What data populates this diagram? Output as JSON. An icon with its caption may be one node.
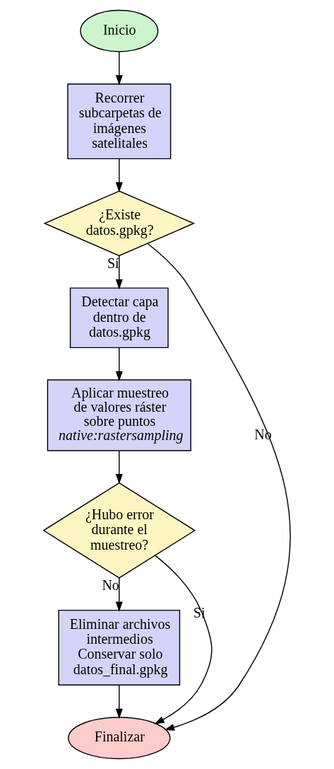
{
  "diagram": {
    "nodes": [
      {
        "text": [
          "Inicio"
        ]
      },
      {
        "text": [
          "Recorrer subcarpetas de imágenes satelitales"
        ]
      },
      {
        "text": [
          "¿Existe datos.gpkg?"
        ]
      },
      {
        "text": [
          "Detectar capa dentro de datos.gpkg"
        ]
      },
      {
        "text": [
          "Aplicar muestreo de valores ráster sobre puntos",
          "native:rastersampling"
        ]
      },
      {
        "text": [
          "¿Hubo error durante el muestreo?"
        ]
      },
      {
        "text": [
          "Eliminar archivos intermedios",
          "Conservar solo datos_final.gpkg"
        ]
      },
      {
        "text": [
          "Finalizar"
        ]
      }
    ],
    "edges": [
      {
        "from": 0,
        "to": 1,
        "arrow": "to"
      },
      {
        "from": 1,
        "to": 2,
        "arrow": "to"
      },
      {
        "from": 2,
        "to": 3,
        "arrow": "to",
        "label": "Sí"
      },
      {
        "from": 2,
        "to": 7,
        "arrow": "to",
        "label": "No"
      },
      {
        "from": 3,
        "to": 4,
        "arrow": "to"
      },
      {
        "from": 4,
        "to": 5,
        "arrow": "to"
      },
      {
        "from": 5,
        "to": 6,
        "arrow": "to",
        "label": "No"
      },
      {
        "from": 5,
        "to": 7,
        "arrow": "to",
        "label": "Si"
      },
      {
        "from": 6,
        "to": 7,
        "arrow": "to"
      }
    ]
  }
}
